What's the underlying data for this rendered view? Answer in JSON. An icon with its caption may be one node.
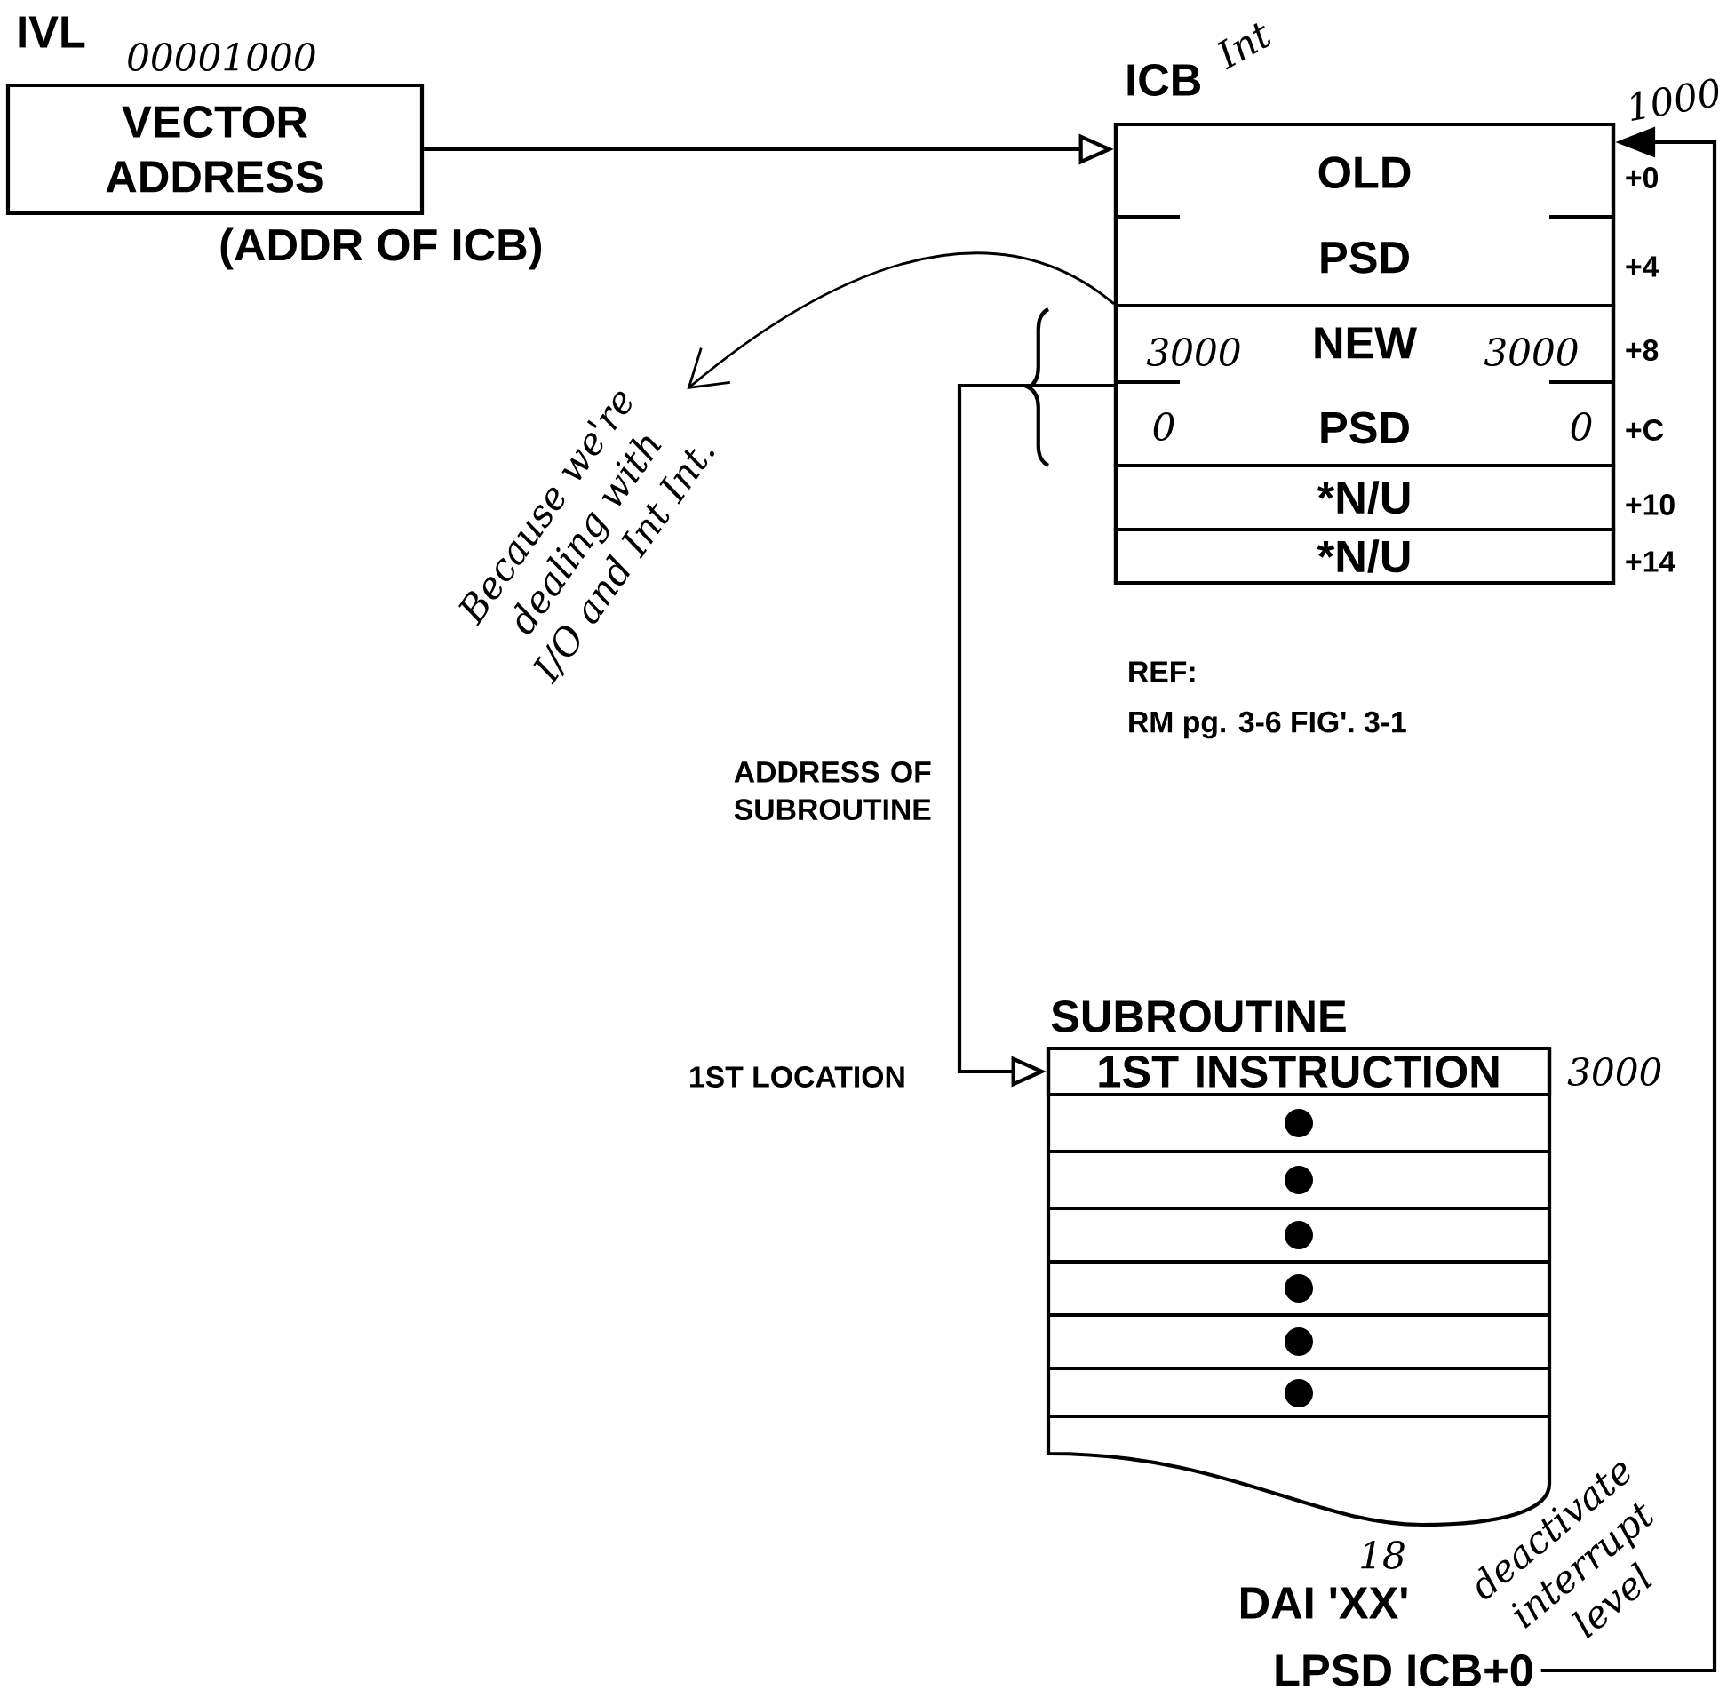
{
  "diagram": {
    "nodes": [
      {
        "text": [
          "IVL",
          "VECTOR ADDRESS"
        ],
        "beside": [
          "00001000",
          "(ADDR OF ICB)"
        ]
      },
      {
        "text": [
          "ICB"
        ]
      },
      {
        "text": [
          "OLD PSD"
        ],
        "in": 1
      },
      {
        "text": [
          "NEW PSD"
        ],
        "in": 1
      },
      {
        "text": [
          "*N/U"
        ],
        "in": 1
      },
      {
        "text": [
          "*N/U"
        ],
        "in": 1
      },
      {
        "text": [
          "SUBROUTINE"
        ]
      },
      {
        "text": [
          "1ST INSTRUCTION"
        ],
        "in": 6,
        "beside": [
          "3000"
        ]
      },
      {
        "text": [
          "LPSD ICB+0"
        ]
      },
      {
        "text": [
          "Because we're dealing with I/O and Int Int."
        ]
      }
    ],
    "edges": [
      {
        "from": 0,
        "to": 2,
        "arrow": "to"
      },
      {
        "from": 3,
        "to": 7,
        "arrow": "to",
        "label": "ADDRESS OF SUBROUTINE"
      },
      {
        "from": 8,
        "to": 2,
        "arrow": "to"
      },
      {
        "from": 3,
        "to": 9,
        "arrow": "to"
      }
    ],
    "labels": [
      "Int",
      "1000",
      "+0",
      "+4",
      "3000",
      "3000",
      "0",
      "0",
      "+8",
      "+C",
      "+10",
      "+14",
      "REF:",
      "RM pg. 3-6 FIG'. 3-1",
      "1ST LOCATION",
      "18",
      "DAI 'XX'",
      "deactivate interrupt level"
    ]
  }
}
